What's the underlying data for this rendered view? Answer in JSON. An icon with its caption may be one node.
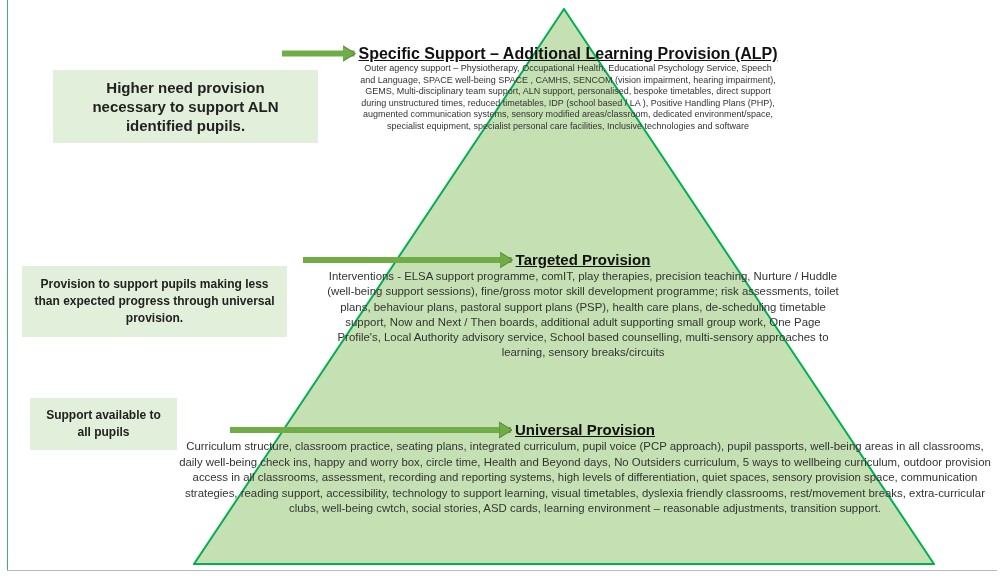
{
  "diagram": {
    "nodes": [
      {
        "text": [
          "Higher need provision necessary to support ALN identified pupils."
        ]
      },
      {
        "text": [
          "Provision to support pupils making less than expected progress through universal provision."
        ]
      },
      {
        "text": [
          "Support available to all pupils"
        ]
      },
      {
        "text": [],
        "shape": "triangle"
      },
      {
        "text": [
          "Specific Support – Additional Learning Provision (ALP)",
          "Outer agency support – Physiotherapy, Occupational Health, Educational Psychology Service, Speech and Language, SPACE well-being SPACE , CAMHS, SENCOM (vision impairment, hearing impairment), GEMS, Multi-disciplinary team support, ALN support, personalised, bespoke timetables, direct support during unstructured times, reduced timetables, IDP (school based / LA ), Positive Handling Plans (PHP), augmented communication systems, sensory modified areas/classroom, dedicated environment/space, specialist equipment, specialist personal care facilities, Inclusive technologies and software"
        ],
        "in": 3
      },
      {
        "text": [
          "Targeted Provision",
          "Interventions - ELSA support programme, comIT, play therapies, precision teaching, Nurture / Huddle (well-being support sessions), fine/gross motor skill development programme; risk assessments, toilet plans, behaviour plans, pastoral support plans (PSP), health care plans, de-scheduling timetable support, Now and Next / Then boards, additional adult supporting small group work, One Page Profile's, Local Authority advisory service, School based counselling, multi-sensory approaches to learning, sensory breaks/circuits"
        ],
        "in": 3
      },
      {
        "text": [
          "Universal Provision",
          "Curriculum structure, classroom practice, seating plans, integrated curriculum, pupil voice (PCP approach), pupil passports, well-being areas in all classrooms, daily well-being check ins, happy and worry box, circle time, Health and Beyond days, No Outsiders curriculum, 5 ways to wellbeing curriculum, outdoor provision access in all classrooms, assessment, recording and reporting systems, high levels of differentiation, quiet spaces, sensory provision space, communication strategies, reading support, accessibility, technology to support learning, visual timetables, dyslexia friendly classrooms, rest/movement breaks, extra-curricular clubs, well-being cwtch, social stories, ASD cards, learning environment – reasonable adjustments, transition support."
        ],
        "in": 3
      }
    ],
    "edges": [
      {
        "from": null,
        "to": 4,
        "arrow": "to"
      },
      {
        "from": null,
        "to": 5,
        "arrow": "to"
      },
      {
        "from": null,
        "to": 6,
        "arrow": "to"
      }
    ]
  }
}
